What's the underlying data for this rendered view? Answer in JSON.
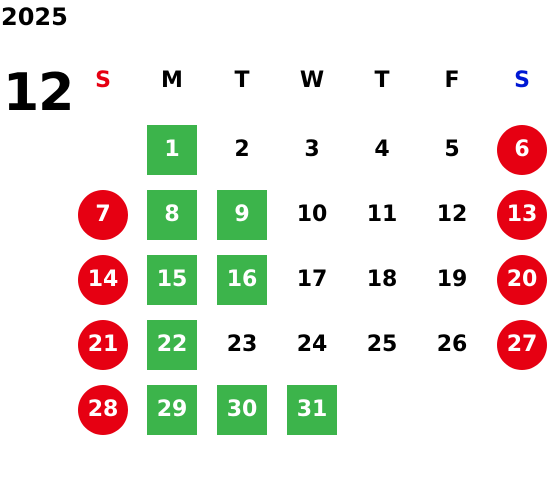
{
  "calendar": {
    "year": "2025",
    "month": "12",
    "colors": {
      "sunday_text": "#e60012",
      "saturday_text": "#0018d4",
      "weekend_circle": "#e60012",
      "highlight_square": "#3cb44b",
      "weekday_text": "#000000"
    },
    "weekdays": [
      {
        "label": "S",
        "kind": "sun"
      },
      {
        "label": "M",
        "kind": "day"
      },
      {
        "label": "T",
        "kind": "day"
      },
      {
        "label": "W",
        "kind": "day"
      },
      {
        "label": "T",
        "kind": "day"
      },
      {
        "label": "F",
        "kind": "day"
      },
      {
        "label": "S",
        "kind": "sat"
      }
    ],
    "weeks": [
      [
        null,
        {
          "d": "1",
          "s": "green"
        },
        {
          "d": "2",
          "s": "plain"
        },
        {
          "d": "3",
          "s": "plain"
        },
        {
          "d": "4",
          "s": "plain"
        },
        {
          "d": "5",
          "s": "plain"
        },
        {
          "d": "6",
          "s": "red"
        }
      ],
      [
        {
          "d": "7",
          "s": "red"
        },
        {
          "d": "8",
          "s": "green"
        },
        {
          "d": "9",
          "s": "green"
        },
        {
          "d": "10",
          "s": "plain"
        },
        {
          "d": "11",
          "s": "plain"
        },
        {
          "d": "12",
          "s": "plain"
        },
        {
          "d": "13",
          "s": "red"
        }
      ],
      [
        {
          "d": "14",
          "s": "red"
        },
        {
          "d": "15",
          "s": "green"
        },
        {
          "d": "16",
          "s": "green"
        },
        {
          "d": "17",
          "s": "plain"
        },
        {
          "d": "18",
          "s": "plain"
        },
        {
          "d": "19",
          "s": "plain"
        },
        {
          "d": "20",
          "s": "red"
        }
      ],
      [
        {
          "d": "21",
          "s": "red"
        },
        {
          "d": "22",
          "s": "green"
        },
        {
          "d": "23",
          "s": "plain"
        },
        {
          "d": "24",
          "s": "plain"
        },
        {
          "d": "25",
          "s": "plain"
        },
        {
          "d": "26",
          "s": "plain"
        },
        {
          "d": "27",
          "s": "red"
        }
      ],
      [
        {
          "d": "28",
          "s": "red"
        },
        {
          "d": "29",
          "s": "green"
        },
        {
          "d": "30",
          "s": "green"
        },
        {
          "d": "31",
          "s": "green"
        },
        null,
        null,
        null
      ]
    ]
  }
}
